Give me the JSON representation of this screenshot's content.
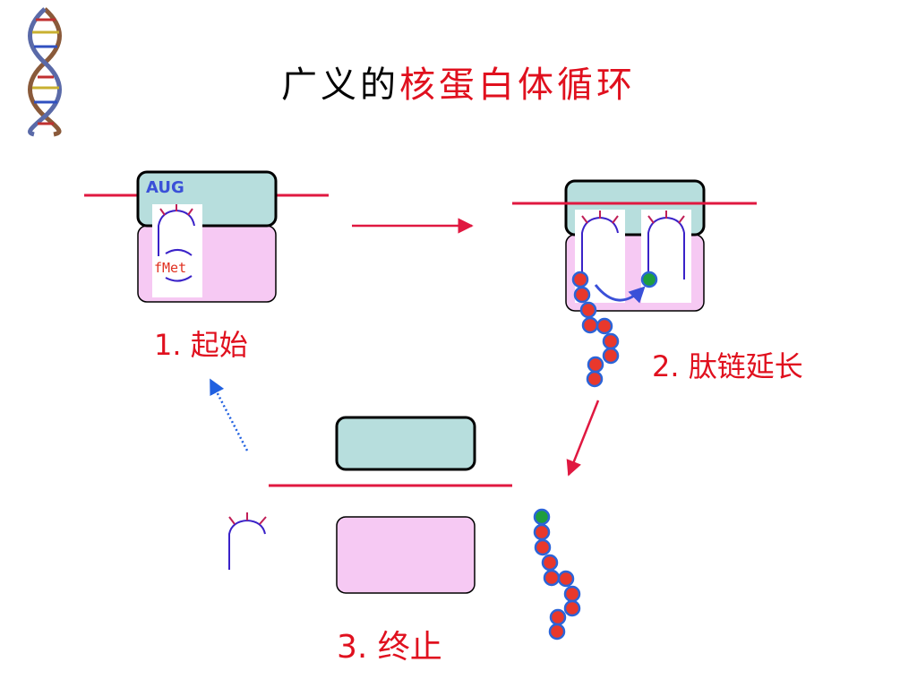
{
  "title": {
    "part1": "广义的",
    "part2": "核蛋白体循环"
  },
  "steps": {
    "initiation": "1.   起始",
    "elongation": "2. 肽链延长",
    "termination": "3. 终止"
  },
  "labels": {
    "codon": "AUG",
    "amino_acid": "fMet"
  },
  "icons": {
    "corner": "dna-helix-icon"
  },
  "colors": {
    "title_black": "#000000",
    "title_red": "#e0101e",
    "mrna": "#e01840",
    "small_subunit": "#b7dedd",
    "large_subunit": "#f6c9f3",
    "trna": "#3a22c8",
    "trna_tick": "#c01f57",
    "amino_acid": "#e8382c",
    "amino_acid_border": "#2b64d8",
    "new_amino_acid": "#1e9e3e",
    "codon_text": "#3a50d8",
    "fmet_text": "#e03020",
    "arrow": "#e01840",
    "dotted_arrow": "#2060e0"
  }
}
